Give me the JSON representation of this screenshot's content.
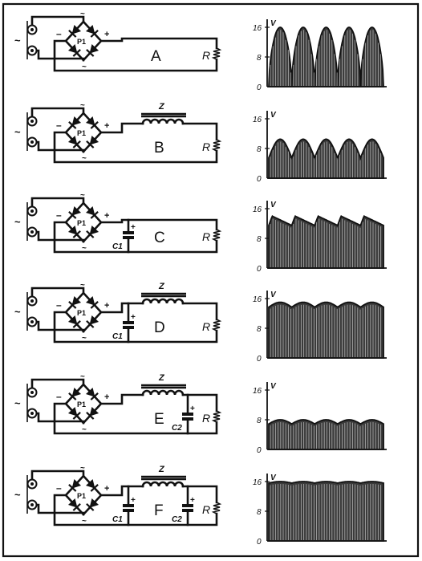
{
  "colors": {
    "ink": "#111111",
    "paper": "#ffffff",
    "fill": "#2a2a2a"
  },
  "common": {
    "tilde": "~",
    "minus": "–",
    "plus": "+",
    "bridge": "P1",
    "resistor": "R",
    "choke": "Z",
    "cap1": "C1",
    "cap2": "C2",
    "cap_plus": "+",
    "volt_unit": "V",
    "tick_16": "16",
    "tick_8": "8",
    "tick_0": "0"
  },
  "panels": [
    {
      "letter": "A",
      "choke": false,
      "c1": false,
      "c2": false,
      "waveform": {
        "type": "full-wave rectified",
        "min": 0,
        "max": 16,
        "cycles": 5
      }
    },
    {
      "letter": "B",
      "choke": true,
      "c1": false,
      "c2": false,
      "waveform": {
        "type": "choke filtered",
        "min": 5.5,
        "max": 10.5,
        "cycles": 5
      }
    },
    {
      "letter": "C",
      "choke": false,
      "c1": true,
      "c2": false,
      "waveform": {
        "type": "capacitor sawtooth ripple",
        "min": 11.5,
        "max": 14,
        "cycles": 5
      }
    },
    {
      "letter": "D",
      "choke": true,
      "c1": true,
      "c2": false,
      "waveform": {
        "type": "small ripple",
        "min": 13.7,
        "max": 15,
        "cycles": 5
      }
    },
    {
      "letter": "E",
      "choke": true,
      "c1": false,
      "c2": true,
      "waveform": {
        "type": "small ripple",
        "min": 6.9,
        "max": 8,
        "cycles": 5
      }
    },
    {
      "letter": "F",
      "choke": true,
      "c1": true,
      "c2": true,
      "waveform": {
        "type": "near constant",
        "min": 15.6,
        "max": 16,
        "cycles": 5
      }
    }
  ]
}
